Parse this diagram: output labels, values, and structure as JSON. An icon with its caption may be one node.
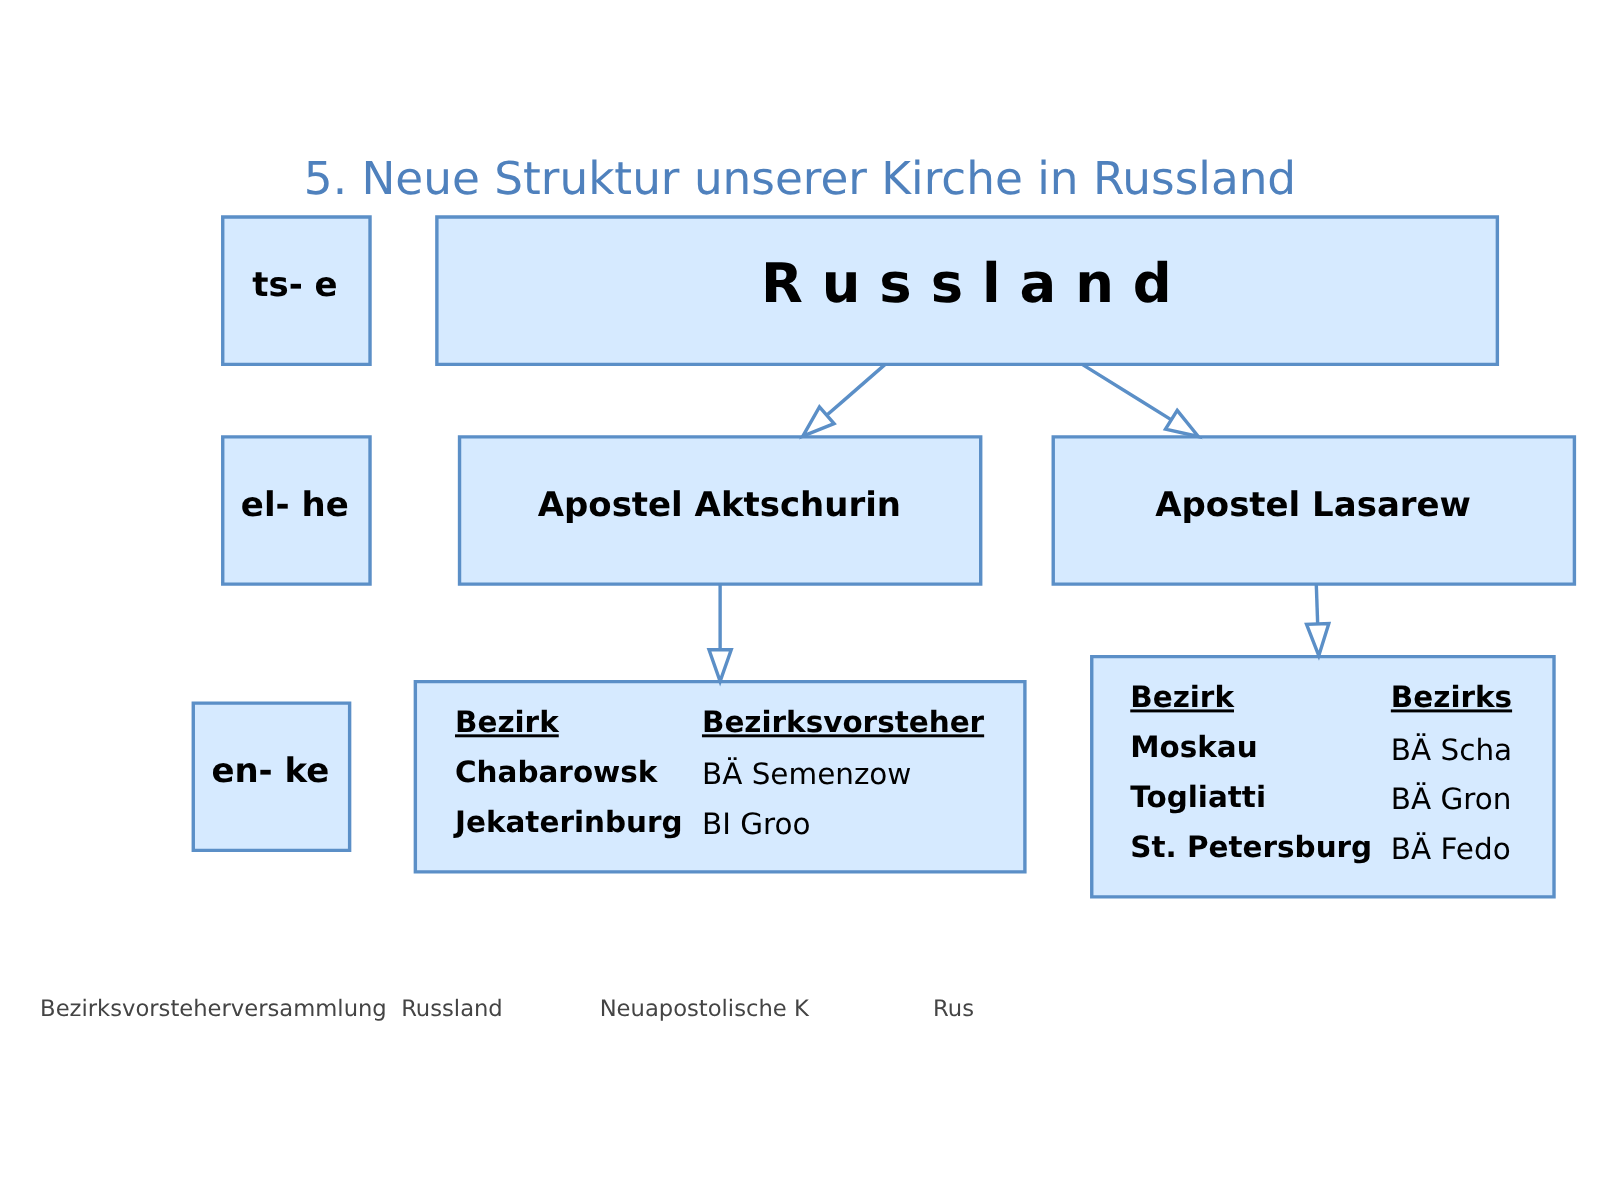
{
  "diagram": {
    "title": "5. Neue Struktur unserer Kirche in Russland",
    "nodes": [
      {
        "text": [
          "ts- e"
        ]
      },
      {
        "text": [
          "el- he"
        ]
      },
      {
        "text": [
          "en- ke"
        ]
      },
      {
        "text": [
          "R u s s l a n d"
        ]
      },
      {
        "text": [
          "Apostel Aktschurin"
        ]
      },
      {
        "text": [
          "Apostel Lasarew"
        ]
      },
      {
        "text": [
          "Bezirk",
          "Bezirksvorsteher",
          "Chabarowsk",
          "BÄ Semenzow",
          "Jekaterinburg",
          "BI Groo"
        ]
      },
      {
        "text": [
          "Bezirk",
          "Bezirks",
          "Moskau",
          "BÄ Scha",
          "Togliatti",
          "BÄ Gron",
          "St. Petersburg",
          "BÄ Fedo"
        ]
      }
    ],
    "edges": [
      {
        "from": 3,
        "to": 4,
        "arrow": "to"
      },
      {
        "from": 3,
        "to": 5,
        "arrow": "to"
      },
      {
        "from": 4,
        "to": 6,
        "arrow": "to"
      },
      {
        "from": 5,
        "to": 7,
        "arrow": "to"
      }
    ],
    "labels": [
      "Bezirksvorsteherversammlung  Russland",
      "Neuapostolische K",
      "Rus"
    ]
  }
}
